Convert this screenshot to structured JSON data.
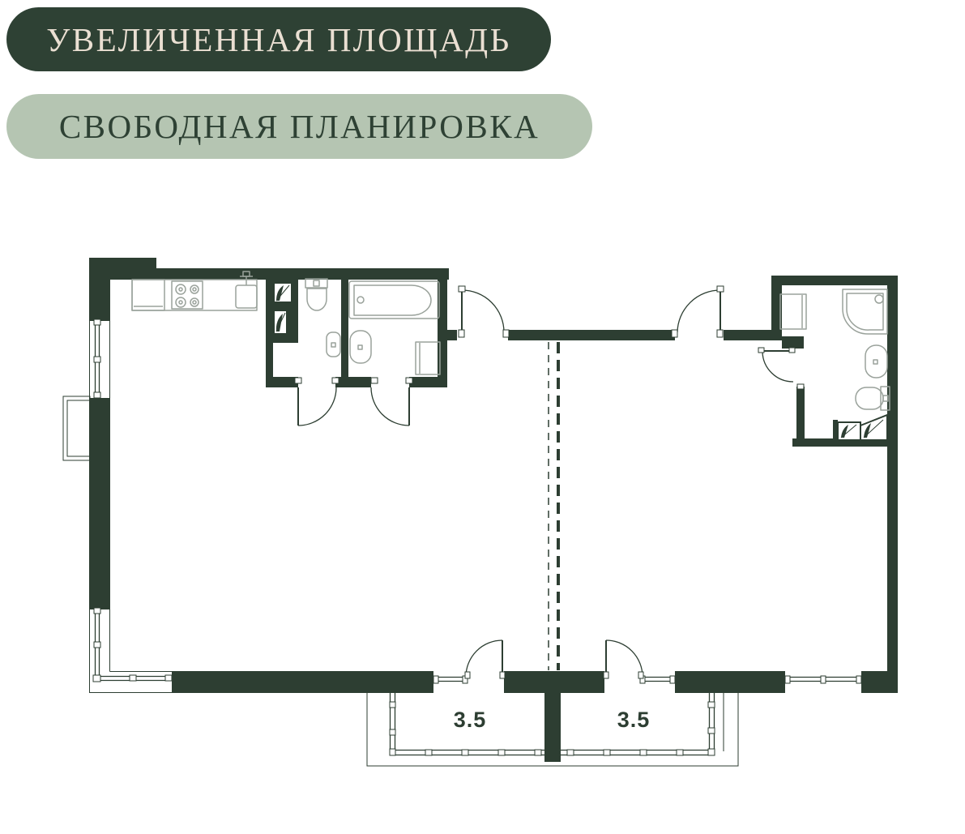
{
  "colors": {
    "wall": "#2d3e32",
    "badge-dark-bg": "#2e4134",
    "badge-dark-text": "#eadfd2",
    "badge-light-bg": "#b5c5b2",
    "badge-light-text": "#2e4134",
    "fx": "#9aa29b",
    "page-bg": "#ffffff"
  },
  "badges": {
    "increased_area": {
      "label": "УВЕЛИЧЕННАЯ ПЛОЩАДЬ"
    },
    "free_layout": {
      "label": "СВОБОДНАЯ ПЛАНИРОВКА"
    }
  },
  "floor_plan": {
    "balconies": [
      {
        "area": "3.5"
      },
      {
        "area": "3.5"
      }
    ],
    "icons": {
      "stove-icon": "4-burner cooktop",
      "kitchen-sink-icon": "kitchen sink with tap",
      "fridge-icon": "kitchen base cabinet",
      "toilet-icon": "toilet",
      "wc-basin-icon": "small wash basin",
      "bathtub-icon": "bathtub",
      "bath-basin-icon": "oval wash basin",
      "washing-machine-icon": "washing machine",
      "shower-icon": "shower cabin",
      "vent-shaft-icon": "ventilation shaft",
      "door-arc": "door swing arc",
      "window": "window glazing",
      "dashed-partition": "free-layout partition line"
    }
  }
}
